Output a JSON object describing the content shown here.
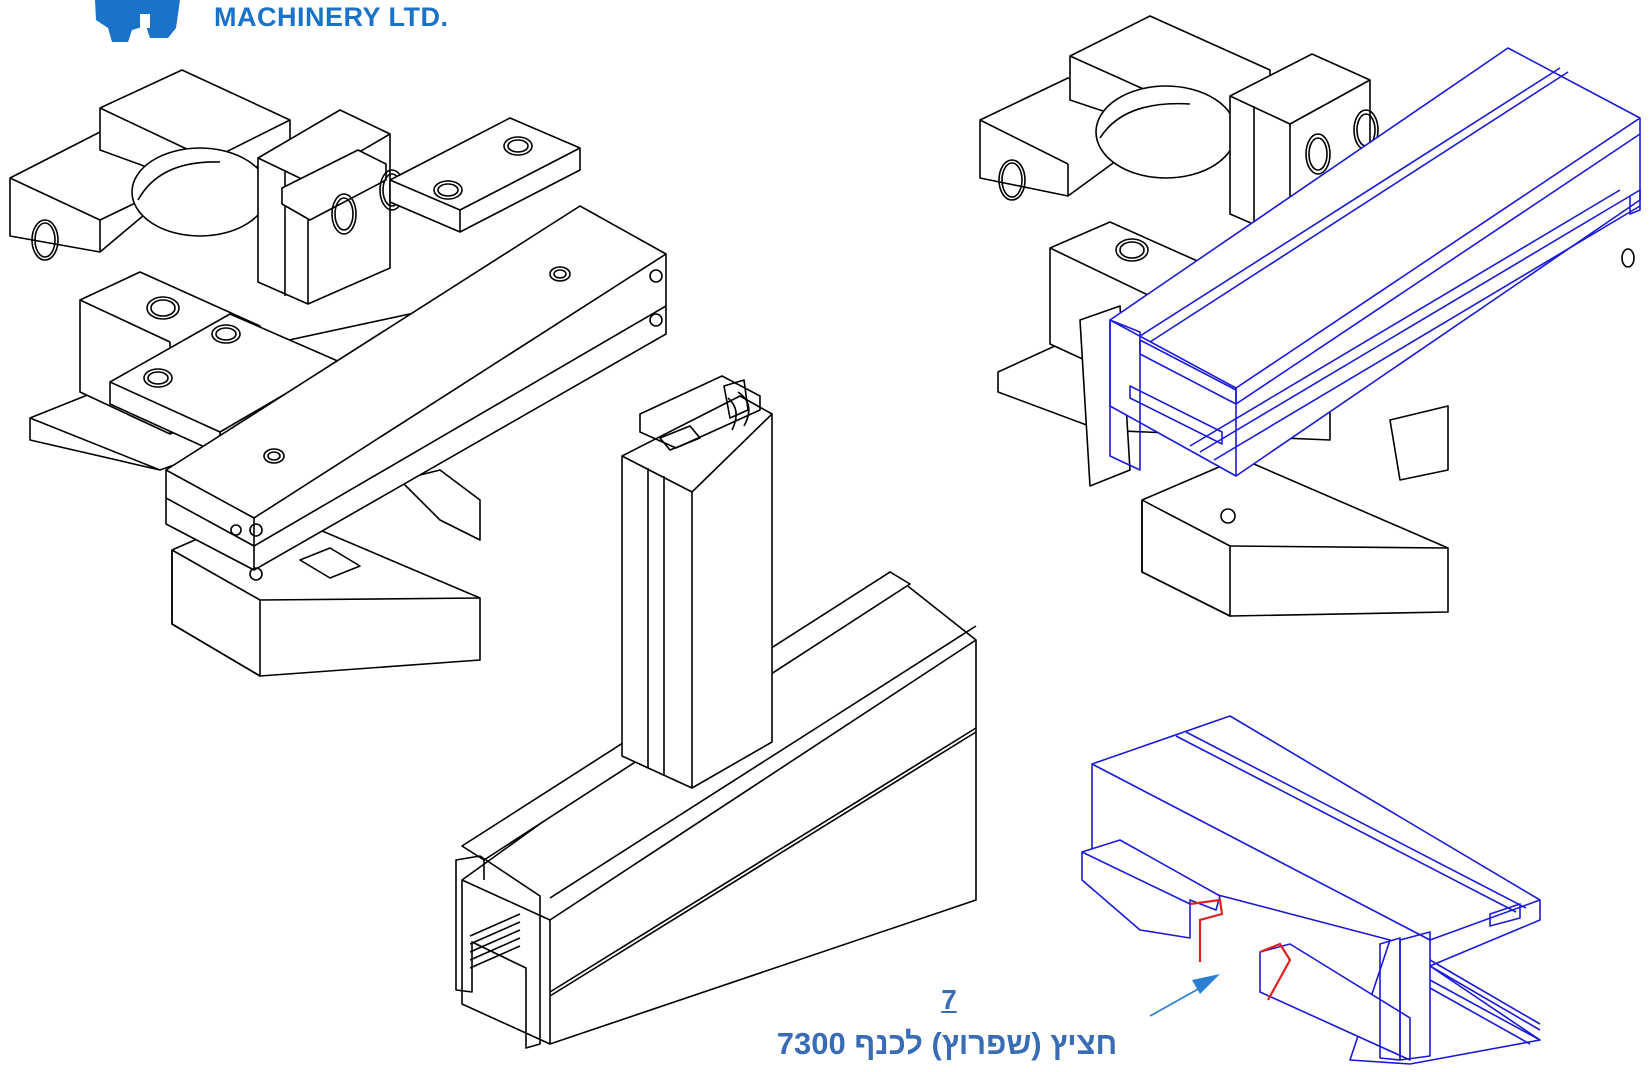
{
  "brand": {
    "company_text": "MACHINERY LTD.",
    "logo_icon": "gear-icon",
    "color": "#1a73c9"
  },
  "callout": {
    "number": "7",
    "caption": "חציץ (שפרוץ) לכנף 7300",
    "color": "#3a6bb5"
  },
  "colors": {
    "line": "#000000",
    "profile": "#1a1ad6",
    "highlight": "#e02020",
    "arrow": "#2a7fd4"
  }
}
